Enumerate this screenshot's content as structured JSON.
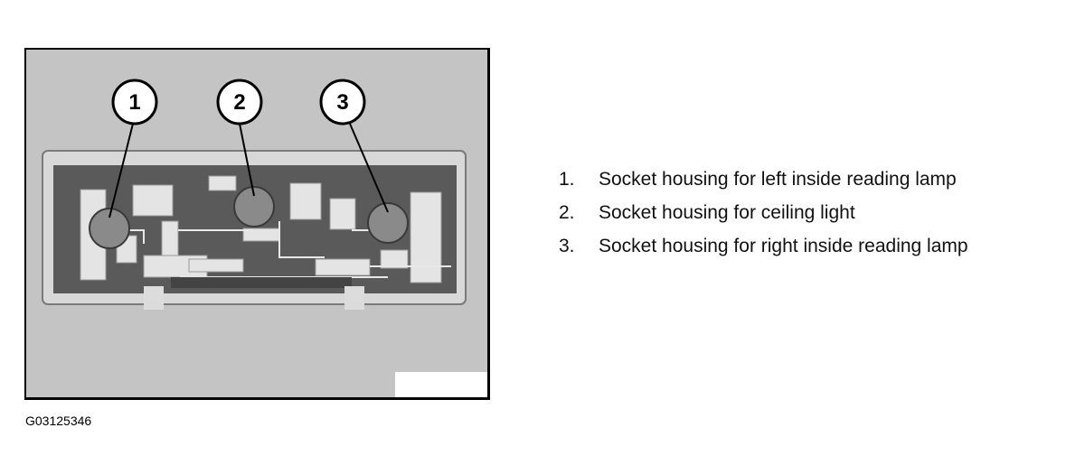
{
  "figure": {
    "id": "G03125346",
    "callouts": [
      "1",
      "2",
      "3"
    ]
  },
  "legend": [
    {
      "num": "1.",
      "text": "Socket housing for left inside reading lamp"
    },
    {
      "num": "2.",
      "text": "Socket housing for ceiling light"
    },
    {
      "num": "3.",
      "text": "Socket housing for right inside reading lamp"
    }
  ],
  "colors": {
    "photo_bg": "#c4c4c4",
    "board": "#5a5a5a",
    "socket": "#8a8a8a",
    "pad": "#e8e8e8",
    "frame": "#000000"
  }
}
